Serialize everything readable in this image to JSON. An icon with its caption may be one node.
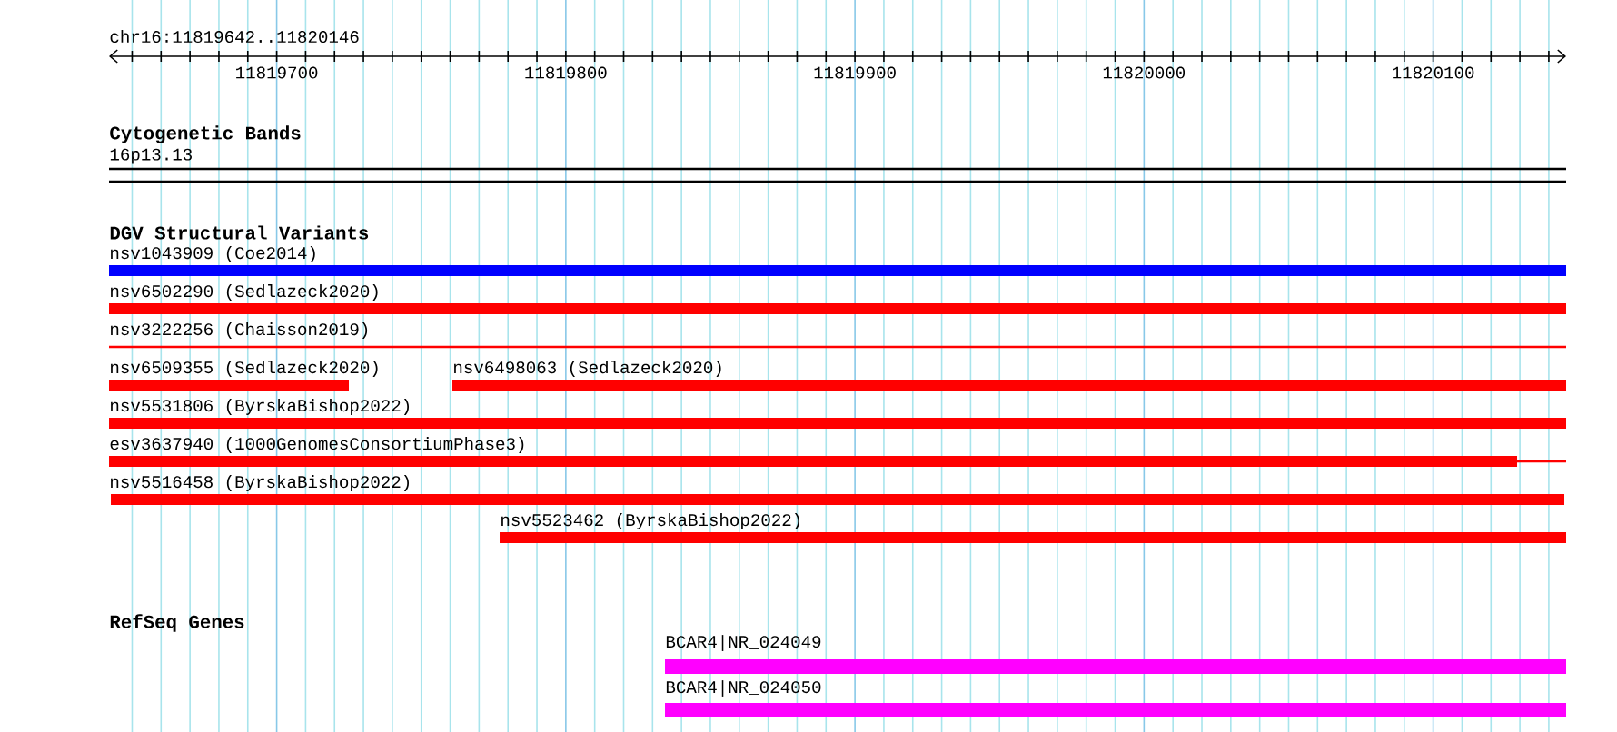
{
  "diagram": {
    "title": "chr16:11819642..11820146",
    "nodes": [
      {
        "text": [
          "nsv1043909 (Coe2014)"
        ]
      },
      {
        "text": [
          "nsv6502290 (Sedlazeck2020)"
        ]
      },
      {
        "text": [
          "nsv3222256 (Chaisson2019)"
        ]
      },
      {
        "text": [
          "nsv6509355 (Sedlazeck2020)"
        ]
      },
      {
        "text": [
          "nsv6498063 (Sedlazeck2020)"
        ]
      },
      {
        "text": [
          "nsv5531806 (ByrskaBishop2022)"
        ]
      },
      {
        "text": [
          "esv3637940 (1000GenomesConsortiumPhase3)"
        ]
      },
      {
        "text": [
          "nsv5516458 (ByrskaBishop2022)"
        ]
      },
      {
        "text": [
          "nsv5523462 (ByrskaBishop2022)"
        ]
      },
      {
        "text": [
          "BCAR4|NR_024049"
        ]
      },
      {
        "text": [
          "BCAR4|NR_024050"
        ]
      }
    ],
    "labels": [
      "11819700",
      "11819800",
      "11819900",
      "11820000",
      "11820100",
      "Cytogenetic Bands",
      "16p13.13",
      "DGV Structural Variants",
      "RefSeq Genes"
    ]
  }
}
